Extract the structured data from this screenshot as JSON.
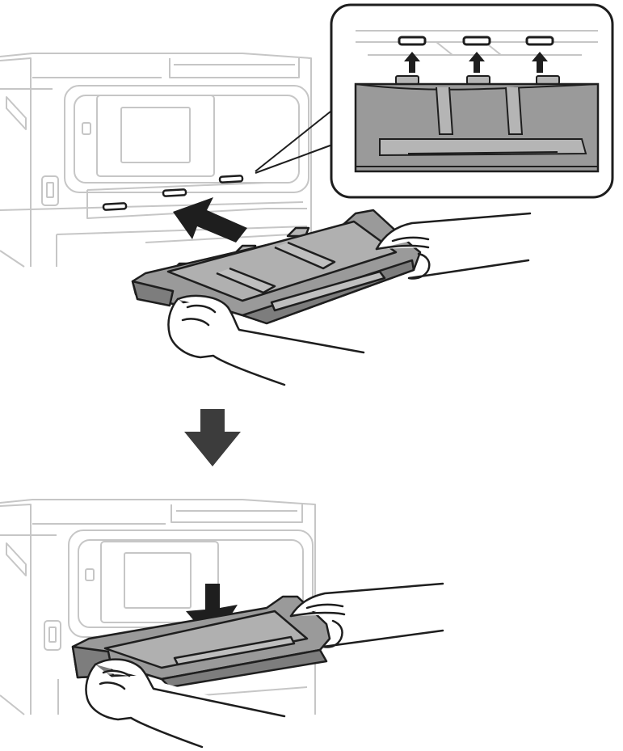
{
  "illustration": {
    "steps": [
      {
        "id": "insert-tray",
        "callout": "slots-detail"
      },
      {
        "id": "lower-tray"
      }
    ],
    "slot_count": 3,
    "colors": {
      "outline_light": "#c6c6c6",
      "outline_dark": "#1e1e1e",
      "tray_fill": "#9a9a9a",
      "tray_fill_light": "#b5b5b5",
      "tray_shadow": "#7d7d7d",
      "arrow": "#3c3c3c",
      "slot": "#444444",
      "callout_bg": "#ffffff",
      "hand_fill": "#ffffff"
    },
    "icons": [
      "push-arrow-icon",
      "down-arrow-icon",
      "up-arrow-icon"
    ]
  }
}
